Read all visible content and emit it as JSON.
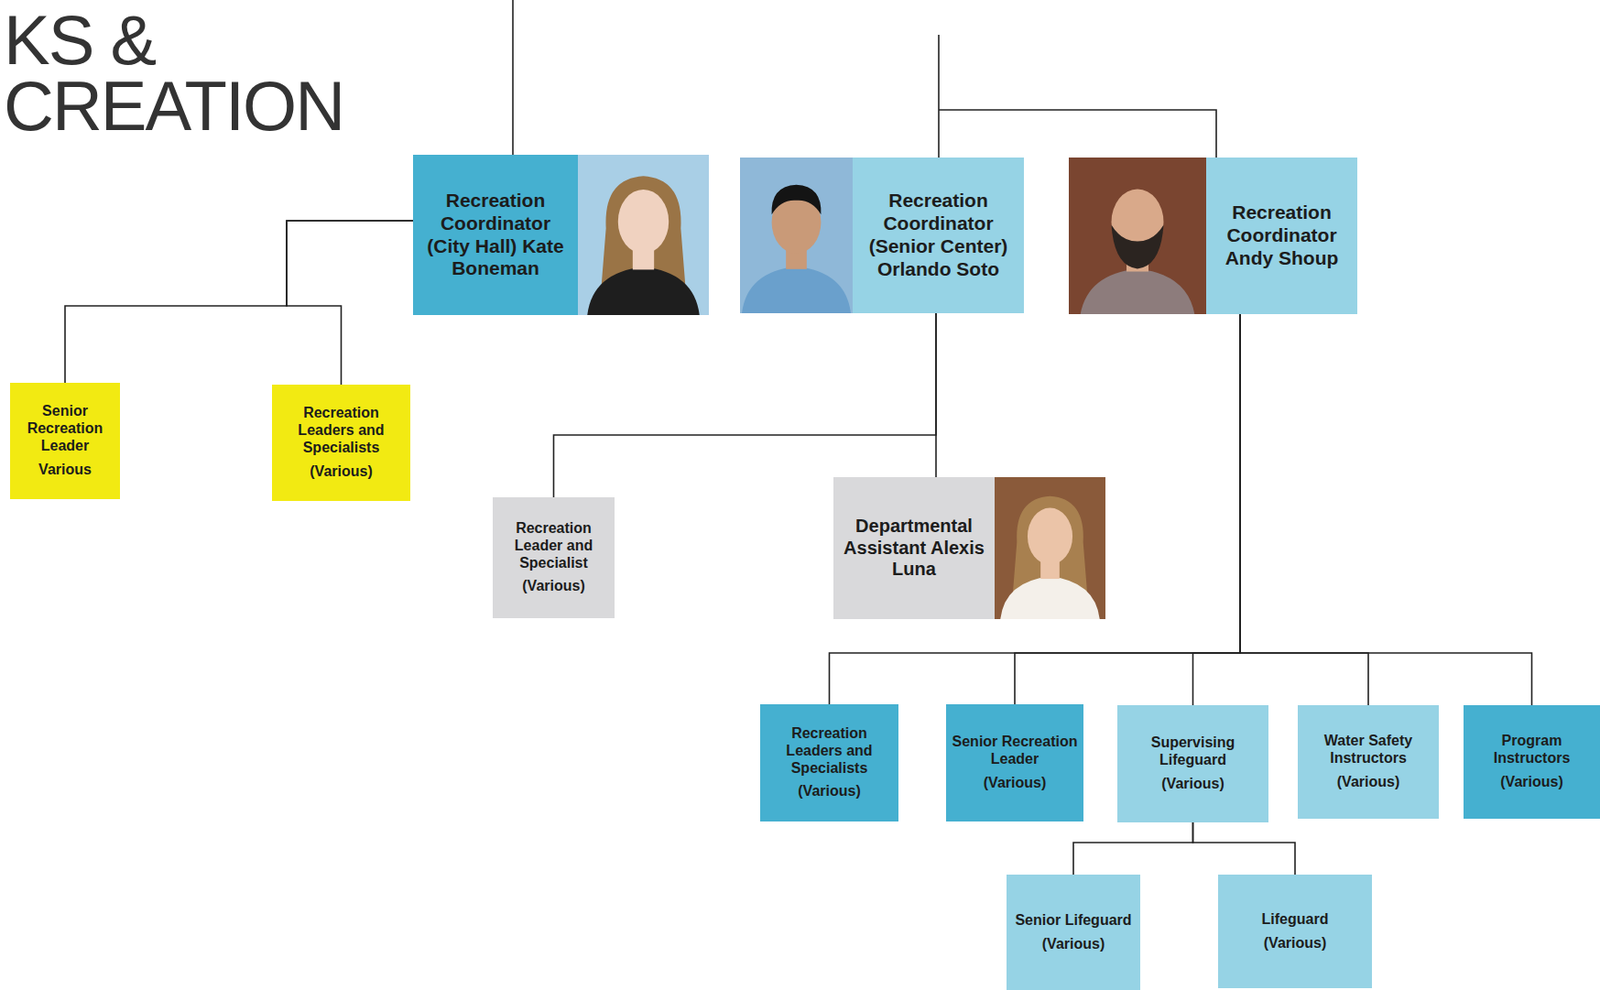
{
  "diagram": {
    "title": "KS & CREATION",
    "nodes": [
      {
        "text": [
          "Recreation Coordinator (City Hall) Kate Boneman"
        ]
      },
      {
        "text": [
          "Recreation Coordinator (Senior Center) Orlando Soto"
        ]
      },
      {
        "text": [
          "Recreation Coordinator Andy Shoup"
        ]
      },
      {
        "text": [
          "Senior Recreation Leader",
          "Various"
        ]
      },
      {
        "text": [
          "Recreation Leaders and Specialists",
          "(Various)"
        ]
      },
      {
        "text": [
          "Recreation Leader and Specialist",
          "(Various)"
        ]
      },
      {
        "text": [
          "Departmental Assistant Alexis Luna"
        ]
      },
      {
        "text": [
          "Recreation Leaders and Specialists",
          "(Various)"
        ]
      },
      {
        "text": [
          "Senior Recreation Leader",
          "(Various)"
        ]
      },
      {
        "text": [
          "Supervising Lifeguard",
          "(Various)"
        ]
      },
      {
        "text": [
          "Water Safety Instructors",
          "(Various)"
        ]
      },
      {
        "text": [
          "Program Instructors",
          "(Various)"
        ]
      },
      {
        "text": [
          "Senior Lifeguard",
          "(Various)"
        ]
      },
      {
        "text": [
          "Lifeguard",
          "(Various)"
        ]
      }
    ],
    "edges": [
      {
        "from": 0,
        "to": 3,
        "arrow": "none"
      },
      {
        "from": 0,
        "to": 4,
        "arrow": "none"
      },
      {
        "from": 1,
        "to": 5,
        "arrow": "none"
      },
      {
        "from": 1,
        "to": 6,
        "arrow": "none"
      },
      {
        "from": 2,
        "to": 7,
        "arrow": "none"
      },
      {
        "from": 2,
        "to": 8,
        "arrow": "none"
      },
      {
        "from": 2,
        "to": 9,
        "arrow": "none"
      },
      {
        "from": 2,
        "to": 10,
        "arrow": "none"
      },
      {
        "from": 2,
        "to": 11,
        "arrow": "none"
      },
      {
        "from": 9,
        "to": 12,
        "arrow": "none"
      },
      {
        "from": 9,
        "to": 13,
        "arrow": "none"
      }
    ]
  }
}
